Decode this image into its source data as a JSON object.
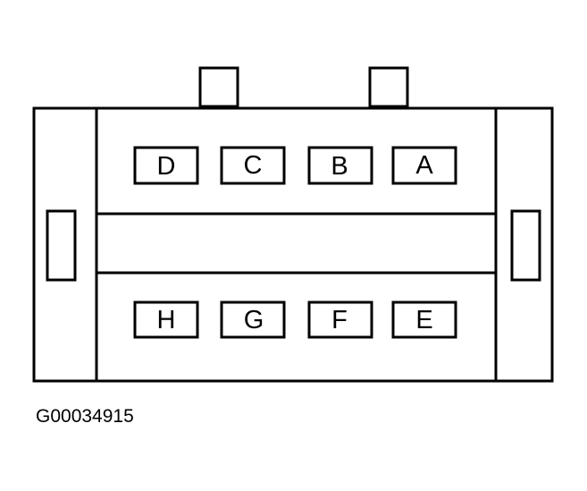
{
  "figure_id": "G00034915",
  "connector": {
    "top_row": [
      "D",
      "C",
      "B",
      "A"
    ],
    "bottom_row": [
      "H",
      "G",
      "F",
      "E"
    ]
  },
  "colors": {
    "line": "#000000",
    "background": "#ffffff"
  }
}
